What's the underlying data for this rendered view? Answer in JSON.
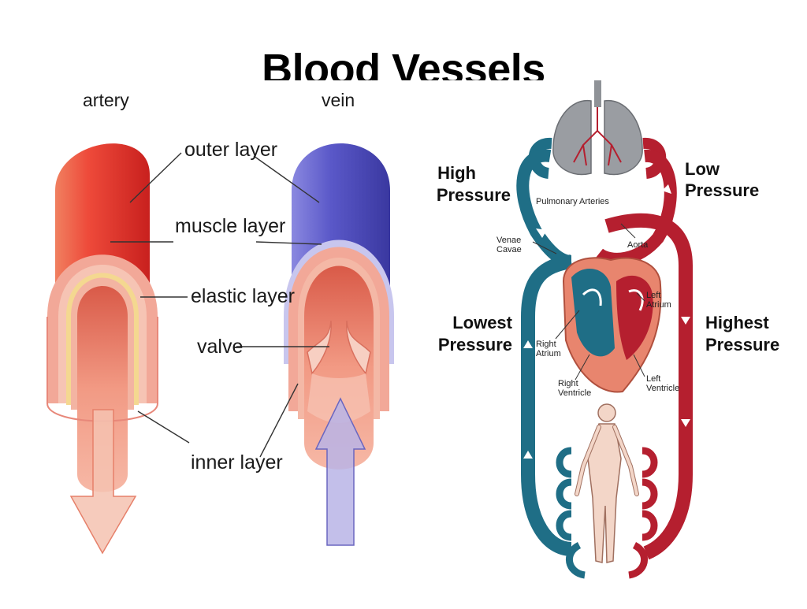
{
  "title": "Blood Vessels",
  "vessel_diagram": {
    "artery_heading": "artery",
    "vein_heading": "vein",
    "labels": {
      "outer": "outer layer",
      "muscle": "muscle layer",
      "elastic": "elastic layer",
      "valve": "valve",
      "inner": "inner layer"
    }
  },
  "circulation_diagram": {
    "high_pressure": [
      "High",
      "Pressure"
    ],
    "low_pressure": [
      "Low",
      "Pressure"
    ],
    "lowest_pressure": [
      "Lowest",
      "Pressure"
    ],
    "highest_pressure": [
      "Highest",
      "Pressure"
    ],
    "pulmonary_arteries": "Pulmonary Arteries",
    "venae_cavae": [
      "Venae",
      "Cavae"
    ],
    "aorta": "Aorta",
    "left_atrium": [
      "Left",
      "Atrium"
    ],
    "right_atrium": [
      "Right",
      "Atrium"
    ],
    "right_ventricle": [
      "Right",
      "Ventricle"
    ],
    "left_ventricle": [
      "Left",
      "Ventricle"
    ]
  },
  "colors": {
    "artery_red": "#e8463c",
    "vein_blue": "#5552c4",
    "oxygenated": "#b51f2f",
    "deoxygenated": "#1f6e86",
    "lung_gray": "#9a9da2",
    "heart_pink": "#e8856e"
  }
}
